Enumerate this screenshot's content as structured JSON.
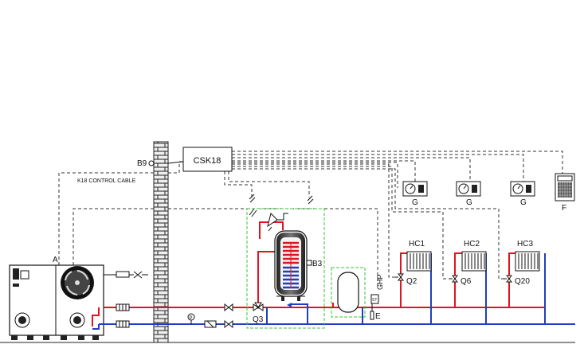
{
  "labels": {
    "controller": "CSK18",
    "sensor_b9": "B9",
    "sensor_b3": "B3",
    "cable": "K18 CONTROL CABLE",
    "heat_pump": "A",
    "valve_q3": "Q3",
    "valve_q2": "Q2",
    "valve_q6": "Q6",
    "valve_q20": "Q20",
    "circuit_1": "HC1",
    "circuit_2": "HC2",
    "circuit_3": "HC3",
    "thermostat_1": "G",
    "thermostat_2": "G",
    "thermostat_3": "G",
    "remote_unit": "F",
    "tank_e": "E",
    "ghp": "GHP",
    "pressure": "P",
    "sensor_st": "ST"
  },
  "colors": {
    "flow": "#e0141e",
    "return": "#1f3fbf",
    "wall": "#e6e6e6",
    "zone": "#39c43a"
  }
}
